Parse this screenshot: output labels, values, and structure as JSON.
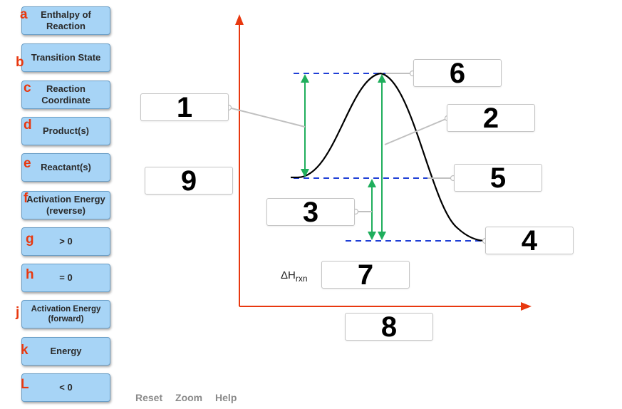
{
  "tiles": [
    {
      "letter": "a",
      "label": "Enthalpy of Reaction"
    },
    {
      "letter": "b",
      "label": "Transition State"
    },
    {
      "letter": "c",
      "label": "Reaction Coordinate"
    },
    {
      "letter": "d",
      "label": "Product(s)"
    },
    {
      "letter": "e",
      "label": "Reactant(s)"
    },
    {
      "letter": "f",
      "label": "Activation Energy (reverse)"
    },
    {
      "letter": "g",
      "label": "> 0"
    },
    {
      "letter": "h",
      "label": "= 0"
    },
    {
      "letter": "j",
      "label": "Activation Energy (forward)"
    },
    {
      "letter": "k",
      "label": "Energy"
    },
    {
      "letter": "L",
      "label": "< 0"
    }
  ],
  "targets": [
    "1",
    "2",
    "3",
    "4",
    "5",
    "6",
    "7",
    "8",
    "9"
  ],
  "delta_h": {
    "symbol": "ΔH",
    "subscript": "rxn"
  },
  "toolbar": {
    "reset": "Reset",
    "zoom": "Zoom",
    "help": "Help"
  },
  "colors": {
    "axis": "#e8380f",
    "curve": "#000000",
    "arrow": "#1fae5c",
    "dashed": "#1f3fd6",
    "leader": "#c0c0c0",
    "tile_fill": "#a7d4f6",
    "letter": "#e8380f"
  }
}
